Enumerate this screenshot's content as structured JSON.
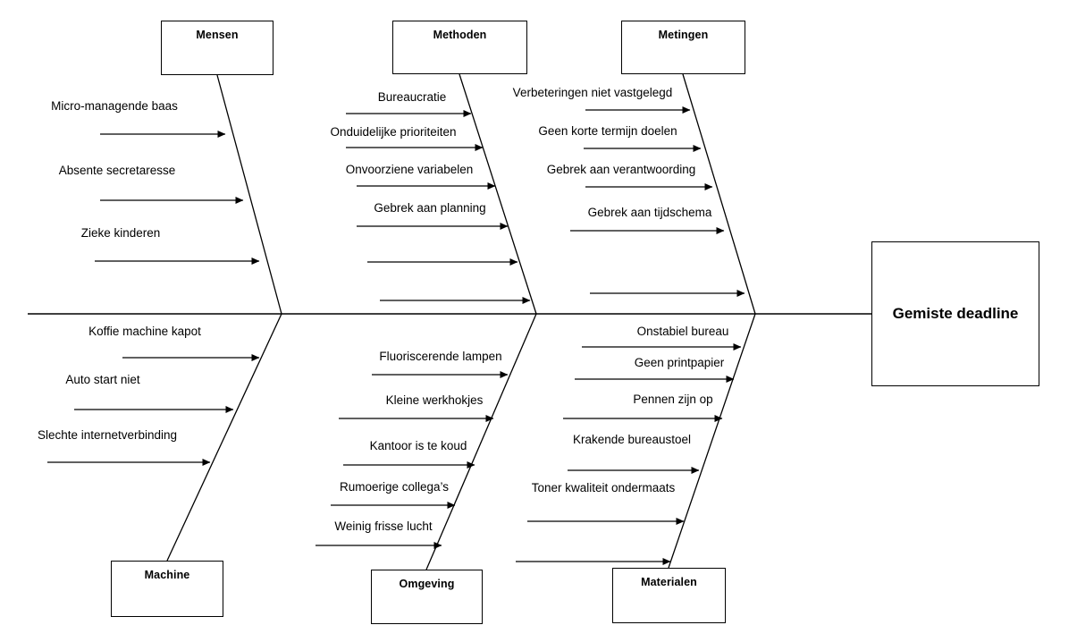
{
  "diagram": {
    "type": "fishbone-ishikawa",
    "effect": {
      "label": "Gemiste deadline"
    },
    "categories": [
      {
        "name": "Mensen",
        "position": "top",
        "causes": [
          "Micro-managende baas",
          "Absente secretaresse",
          "Zieke kinderen"
        ]
      },
      {
        "name": "Methoden",
        "position": "top",
        "causes": [
          "Bureaucratie",
          "Onduidelijke prioriteiten",
          "Onvoorziene variabelen",
          "Gebrek aan planning",
          "",
          ""
        ]
      },
      {
        "name": "Metingen",
        "position": "top",
        "causes": [
          "Verbeteringen niet vastgelegd",
          "Geen korte termijn doelen",
          "Gebrek aan verantwoording",
          "Gebrek aan tijdschema",
          ""
        ]
      },
      {
        "name": "Machine",
        "position": "bottom",
        "causes": [
          "Koffie machine kapot",
          "Auto start niet",
          "Slechte internetverbinding"
        ]
      },
      {
        "name": "Omgeving",
        "position": "bottom",
        "causes": [
          "Fluoriscerende lampen",
          "Kleine werkhokjes",
          "Kantoor is te koud",
          "Rumoerige collega’s",
          "Weinig frisse lucht"
        ]
      },
      {
        "name": "Materialen",
        "position": "bottom",
        "causes": [
          "Onstabiel bureau",
          "Geen printpapier",
          "Pennen zijn op",
          "Krakende bureaustoel",
          "Toner kwaliteit ondermaats",
          ""
        ]
      }
    ]
  },
  "labels": {
    "mensen": "Mensen",
    "methoden": "Methoden",
    "metingen": "Metingen",
    "machine": "Machine",
    "omgeving": "Omgeving",
    "materialen": "Materialen",
    "effect": "Gemiste deadline",
    "c_mensen_1": "Micro-managende baas",
    "c_mensen_2": "Absente secretaresse",
    "c_mensen_3": "Zieke kinderen",
    "c_methoden_1": "Bureaucratie",
    "c_methoden_2": "Onduidelijke prioriteiten",
    "c_methoden_3": "Onvoorziene variabelen",
    "c_methoden_4": "Gebrek aan planning",
    "c_metingen_1": "Verbeteringen niet vastgelegd",
    "c_metingen_2": "Geen korte termijn doelen",
    "c_metingen_3": "Gebrek aan verantwoording",
    "c_metingen_4": "Gebrek aan tijdschema",
    "c_machine_1": "Koffie machine kapot",
    "c_machine_2": "Auto start niet",
    "c_machine_3": "Slechte internetverbinding",
    "c_omgeving_1": "Fluoriscerende lampen",
    "c_omgeving_2": "Kleine werkhokjes",
    "c_omgeving_3": "Kantoor is te koud",
    "c_omgeving_4": "Rumoerige collega’s",
    "c_omgeving_5": "Weinig frisse lucht",
    "c_materialen_1": "Onstabiel bureau",
    "c_materialen_2": "Geen printpapier",
    "c_materialen_3": "Pennen zijn op",
    "c_materialen_4": "Krakende bureaustoel",
    "c_materialen_5": "Toner kwaliteit ondermaats"
  },
  "colors": {
    "line": "#000000",
    "text": "#000000",
    "background": "#ffffff"
  }
}
